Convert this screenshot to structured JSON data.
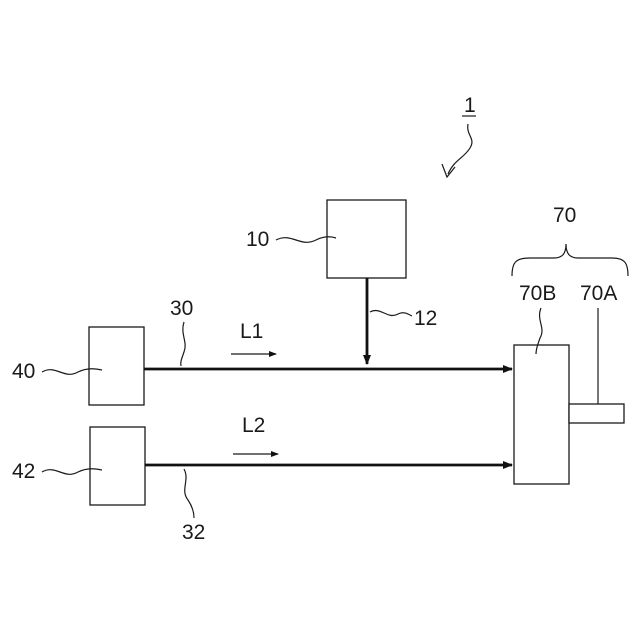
{
  "labels": {
    "figure_ref": "1",
    "source_10": "10",
    "path_12": "12",
    "line_30": "30",
    "line_32": "32",
    "source_40": "40",
    "source_42": "42",
    "flow_l1": "L1",
    "flow_l2": "L2",
    "target_70": "70",
    "part_70a": "70A",
    "part_70b": "70B"
  }
}
